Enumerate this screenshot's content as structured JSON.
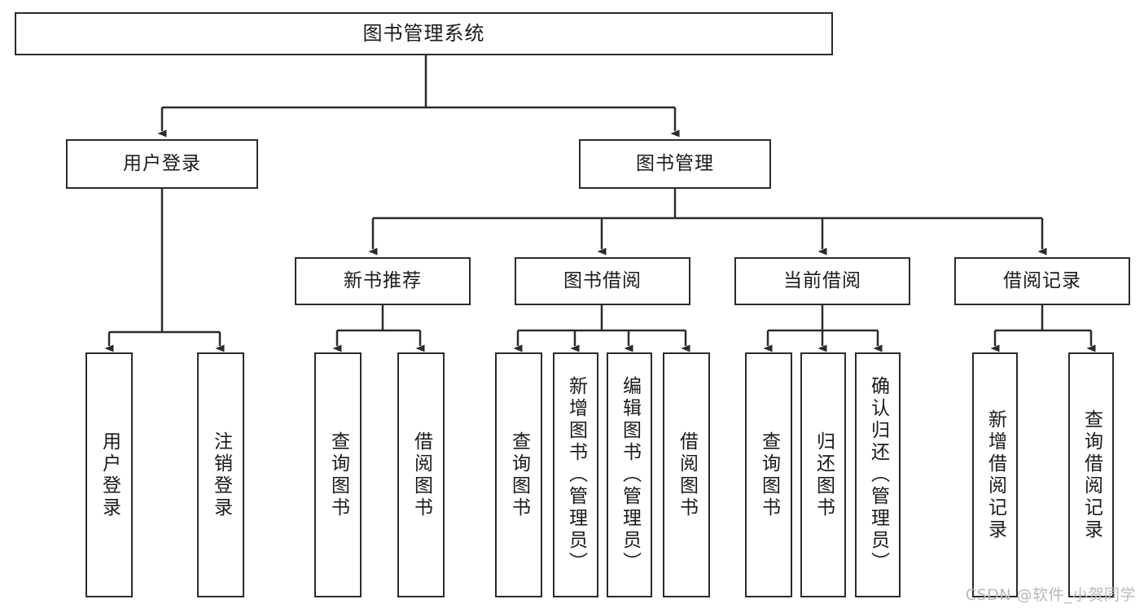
{
  "diagram": {
    "title": "图书管理系统",
    "type": "tree",
    "watermark": "CSDN @软件_小贺同学",
    "colors": {
      "border": "#2b2b2b",
      "background": "#ffffff",
      "text": "#1a1a1a",
      "connector": "#2b2b2b",
      "watermark": "#b9b9b9"
    },
    "nodes": {
      "root": {
        "label": "图书管理系统"
      },
      "level2": [
        {
          "id": "user-login",
          "label": "用户登录"
        },
        {
          "id": "book-management",
          "label": "图书管理"
        }
      ],
      "level3": [
        {
          "id": "new-book-recommend",
          "label": "新书推荐"
        },
        {
          "id": "book-borrow",
          "label": "图书借阅"
        },
        {
          "id": "current-borrow",
          "label": "当前借阅"
        },
        {
          "id": "borrow-record",
          "label": "借阅记录"
        }
      ],
      "leaves": {
        "user-login": [
          {
            "id": "leaf-user-login",
            "label": "用户登录"
          },
          {
            "id": "leaf-logout-login",
            "label": "注销登录"
          }
        ],
        "new-book-recommend": [
          {
            "id": "leaf-query-book-1",
            "label": "查询图书"
          },
          {
            "id": "leaf-borrow-book-1",
            "label": "借阅图书"
          }
        ],
        "book-borrow": [
          {
            "id": "leaf-query-book-2",
            "label": "查询图书"
          },
          {
            "id": "leaf-add-book",
            "label": "新增图书（管理员）"
          },
          {
            "id": "leaf-edit-book",
            "label": "编辑图书（管理员）"
          },
          {
            "id": "leaf-borrow-book-2",
            "label": "借阅图书"
          }
        ],
        "current-borrow": [
          {
            "id": "leaf-query-book-3",
            "label": "查询图书"
          },
          {
            "id": "leaf-return-book",
            "label": "归还图书"
          },
          {
            "id": "leaf-confirm-return",
            "label": "确认归还（管理员）"
          }
        ],
        "borrow-record": [
          {
            "id": "leaf-add-record",
            "label": "新增借阅记录"
          },
          {
            "id": "leaf-query-record",
            "label": "查询借阅记录"
          }
        ]
      }
    }
  }
}
